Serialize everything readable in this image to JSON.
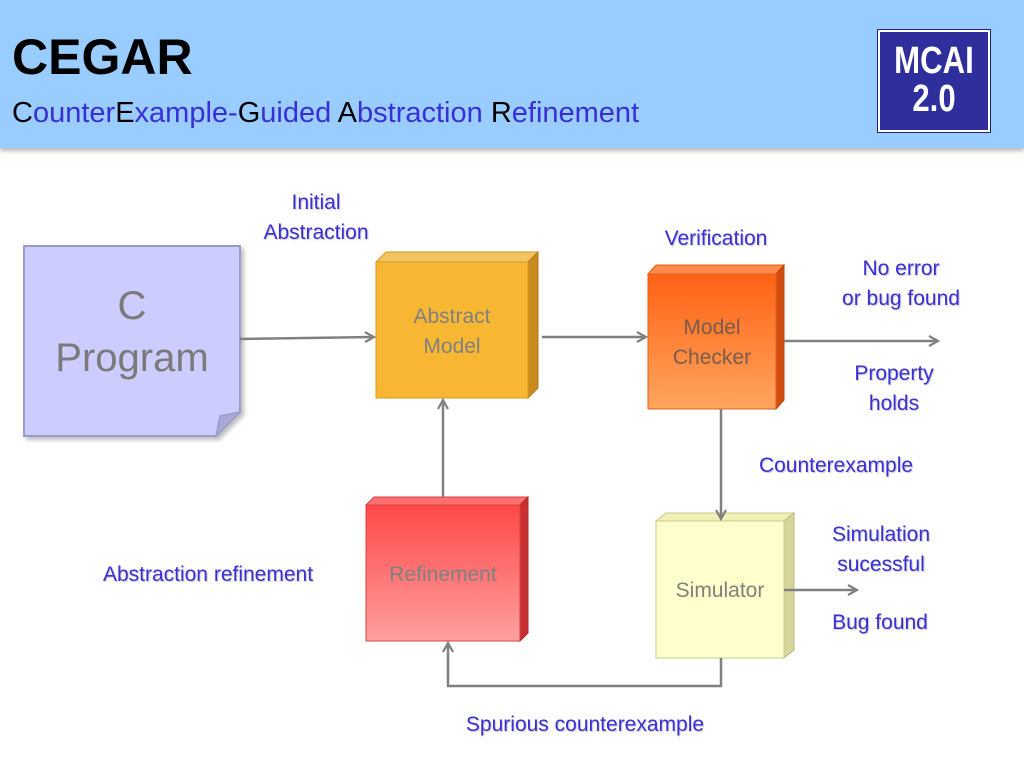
{
  "header": {
    "title": "CEGAR",
    "subtitle_parts": [
      {
        "initial": "C",
        "rest": "ounter"
      },
      {
        "initial": "E",
        "rest": "xample-"
      },
      {
        "initial": "G",
        "rest": "uided "
      },
      {
        "initial": "A",
        "rest": "bstraction "
      },
      {
        "initial": "R",
        "rest": "efinement"
      }
    ],
    "logo_line1": "MCAI",
    "logo_line2": "2.0"
  },
  "nodes": {
    "c_program": {
      "line1": "C",
      "line2": "Program"
    },
    "abstract_model": {
      "line1": "Abstract",
      "line2": "Model"
    },
    "model_checker": {
      "line1": "Model",
      "line2": "Checker"
    },
    "refinement": {
      "label": "Refinement"
    },
    "simulator": {
      "label": "Simulator"
    }
  },
  "labels": {
    "initial_abstraction": {
      "line1": "Initial",
      "line2": "Abstraction"
    },
    "verification": "Verification",
    "no_error": {
      "line1": "No error",
      "line2": "or bug found"
    },
    "property_holds": {
      "line1": "Property",
      "line2": "holds"
    },
    "counterexample": "Counterexample",
    "simulation_successful": {
      "line1": "Simulation",
      "line2": "sucessful"
    },
    "bug_found": "Bug found",
    "abstraction_refinement": "Abstraction refinement",
    "spurious_counterexample": "Spurious counterexample"
  },
  "colors": {
    "header_bg": "#99ccff",
    "label_text": "#3a2fd6",
    "c_program": "#ccccff",
    "abstract_model": "#f7b733",
    "model_checker": "#ff6a1f",
    "refinement": "#ff4f4f",
    "simulator": "#ffffcc",
    "arrow": "#808080"
  }
}
